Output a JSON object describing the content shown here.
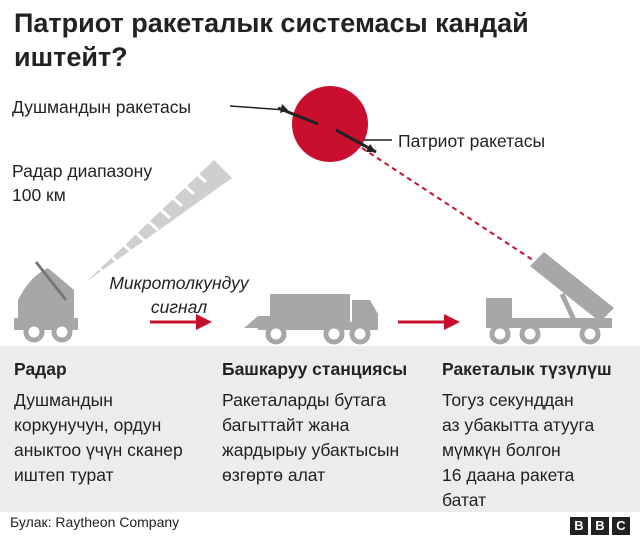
{
  "title": "Патриот ракеталык системасы кандай иштейт?",
  "labels": {
    "enemy_missile": "Душмандын ракетасы",
    "patriot_missile": "Патриот ракетасы",
    "radar_range_line1": "Радар диапазону",
    "radar_range_line2": "100 км",
    "microwave_line1": "Микротолкундуу",
    "microwave_line2": "сигнал"
  },
  "columns": [
    {
      "heading": "Радар",
      "body": "Душмандын\nкоркунучун, ордун\nаныктоо үчүн сканер\nиштеп турат"
    },
    {
      "heading": "Башкаруу станциясы",
      "body": "Ракеталарды бутага\nбагыттайт жана\nжардырыу убактысын\nөзгөртө алат"
    },
    {
      "heading": "Ракеталык түзүлүш",
      "body": "Тогуз секунддан\nаз убакытта атууга\nмүмкүн болгон\n16 даана ракета\nбатат"
    }
  ],
  "source": "Булак: Raytheon Company",
  "logo": [
    "B",
    "B",
    "C"
  ],
  "colors": {
    "accent_red": "#c8102e",
    "vehicle_grey": "#a7a7a7",
    "panel_bg": "#ececec"
  }
}
